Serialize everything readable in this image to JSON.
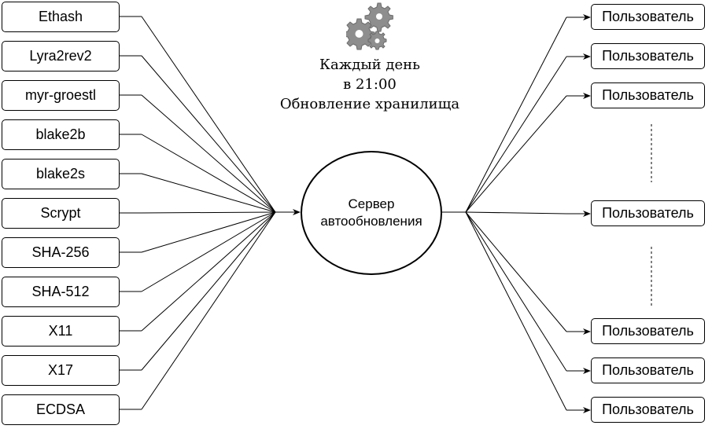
{
  "algorithms": [
    "Ethash",
    "Lyra2rev2",
    "myr-groestl",
    "blake2b",
    "blake2s",
    "Scrypt",
    "SHA-256",
    "SHA-512",
    "X11",
    "X17",
    "ECDSA"
  ],
  "server": {
    "line1": "Сервер",
    "line2": "автообновления"
  },
  "caption": {
    "line1": "Каждый день",
    "line2": "в 21:00",
    "line3": "Обновление хранилища"
  },
  "users": [
    "Пользователь",
    "Пользователь",
    "Пользователь",
    "Пользователь",
    "Пользователь",
    "Пользователь",
    "Пользователь"
  ],
  "icon": "gears-icon"
}
